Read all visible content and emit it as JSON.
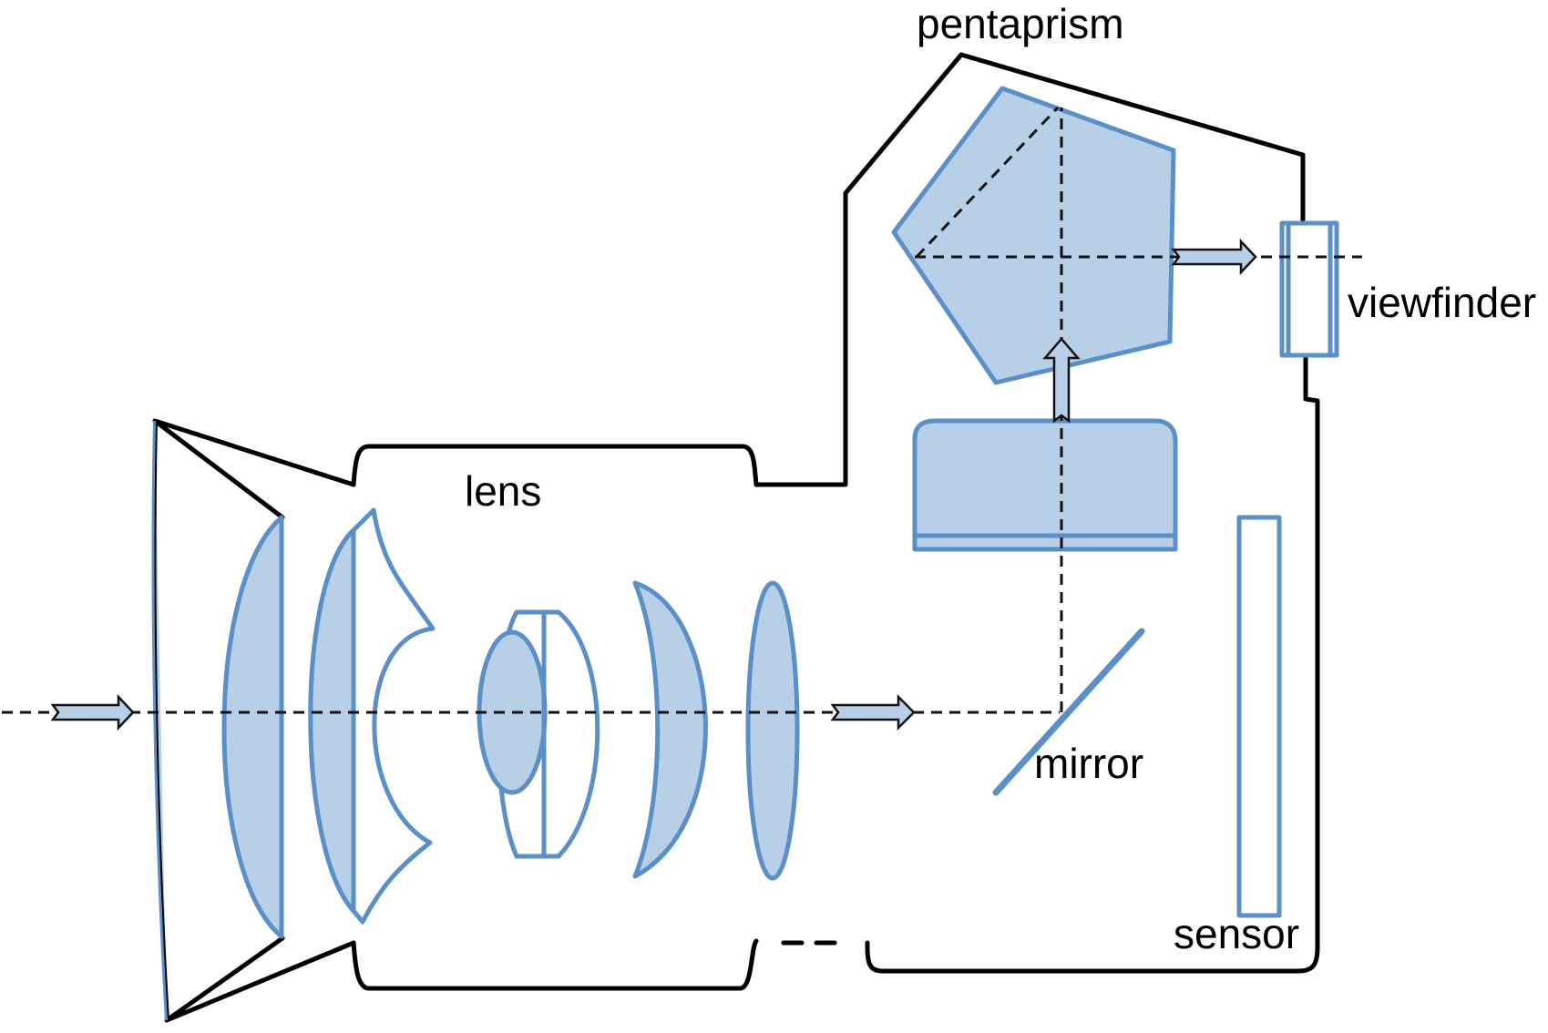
{
  "diagram": {
    "title": "SLR camera cross-section",
    "labels": {
      "pentaprism": "pentaprism",
      "viewfinder": "viewfinder",
      "lens": "lens",
      "mirror": "mirror",
      "sensor": "sensor"
    },
    "colors": {
      "optic_fill": "#b7d0e8",
      "optic_stroke": "#5b8fc7",
      "body_outline": "#000000",
      "light_path": "#111111"
    },
    "components": [
      "front-element",
      "lens-group",
      "mirror",
      "focusing-screen",
      "pentaprism",
      "viewfinder",
      "sensor"
    ],
    "light_path_arrows": [
      "entering-light",
      "through-lens",
      "to-pentaprism",
      "to-viewfinder"
    ]
  }
}
